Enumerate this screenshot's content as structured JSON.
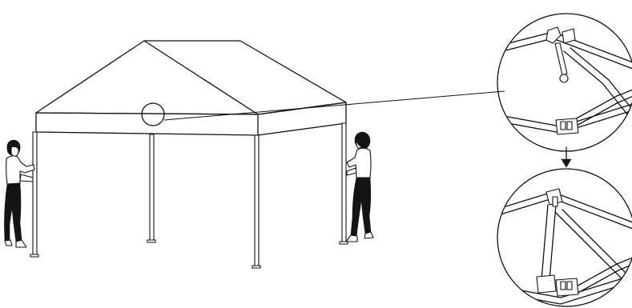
{
  "figure": {
    "main_view": "canopy-tent",
    "people_count": 2,
    "zoom_callouts": [
      "latch-released",
      "latch-locked"
    ],
    "arrow_direction": "down"
  },
  "colors": {
    "line": "#111111",
    "clothing": "#141414",
    "background": "#ffffff"
  }
}
